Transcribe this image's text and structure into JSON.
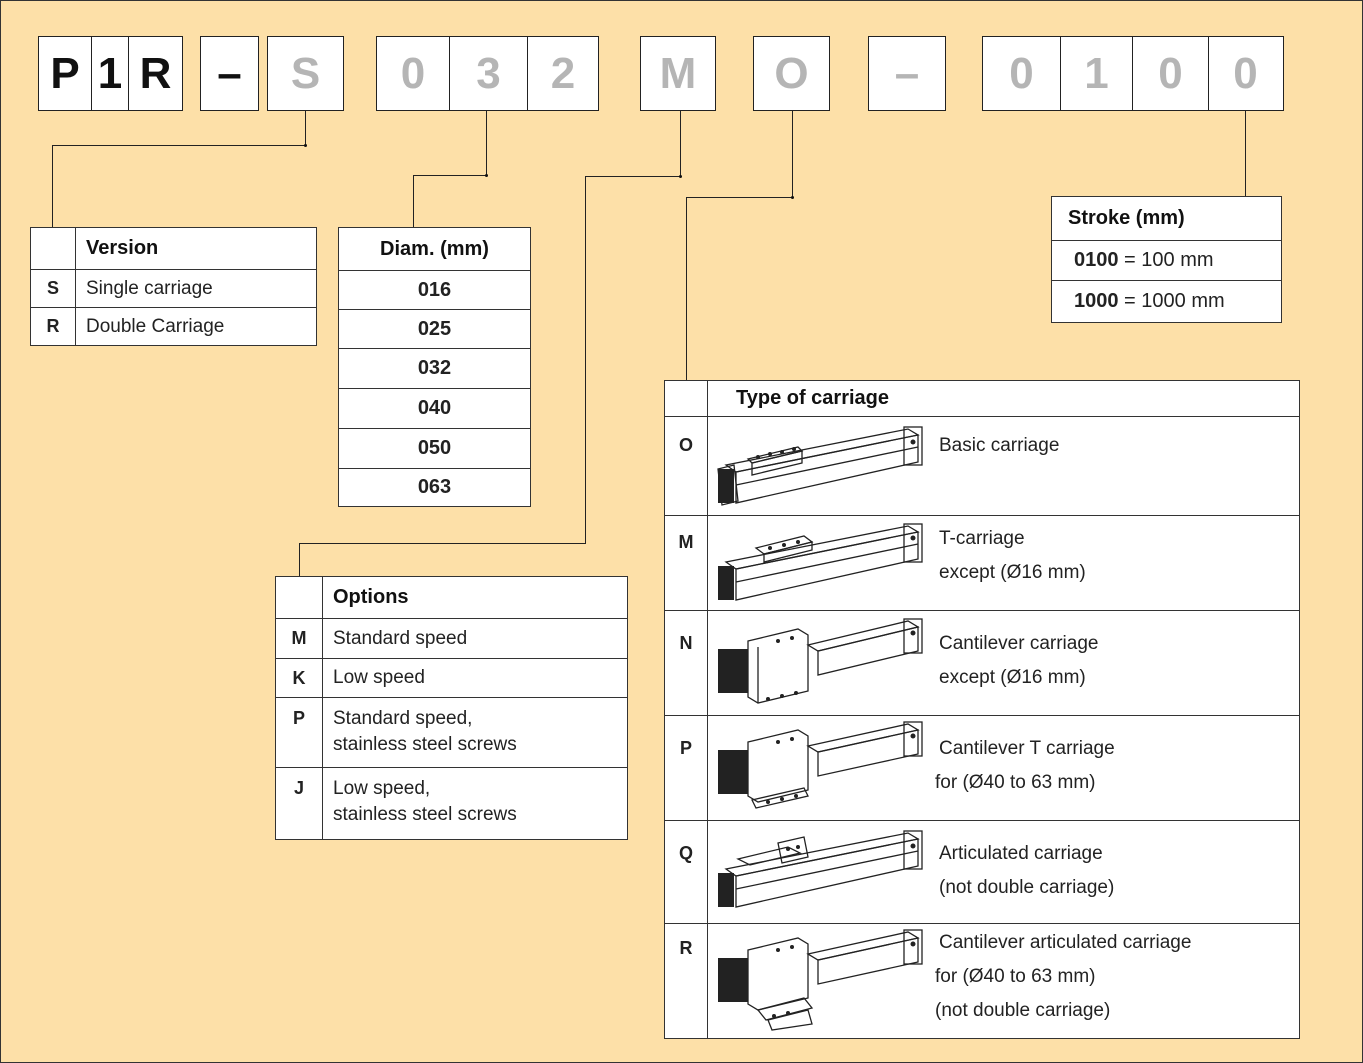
{
  "code": {
    "g1": [
      "P",
      "1",
      "R"
    ],
    "dash1": "–",
    "version": "S",
    "diam": [
      "0",
      "3",
      "2"
    ],
    "option": "M",
    "carriage": "O",
    "dash2": "–",
    "stroke": [
      "0",
      "1",
      "0",
      "0"
    ]
  },
  "version_table": {
    "header": "Version",
    "rows": [
      {
        "code": "S",
        "label": "Single carriage"
      },
      {
        "code": "R",
        "label": "Double Carriage"
      }
    ]
  },
  "diam_table": {
    "header": "Diam. (mm)",
    "rows": [
      "016",
      "025",
      "032",
      "040",
      "050",
      "063"
    ]
  },
  "stroke_table": {
    "header": "Stroke (mm)",
    "rows": [
      {
        "code": "0100",
        "eq": " = 100 mm"
      },
      {
        "code": "1000",
        "eq": " = 1000 mm"
      }
    ]
  },
  "options_table": {
    "header": "Options",
    "rows": [
      {
        "code": "M",
        "l1": "Standard  speed",
        "l2": ""
      },
      {
        "code": "K",
        "l1": "Low  speed",
        "l2": ""
      },
      {
        "code": "P",
        "l1": "Standard  speed,",
        "l2": "stainless  steel  screws"
      },
      {
        "code": "J",
        "l1": "Low  speed,",
        "l2": "stainless  steel  screws"
      }
    ]
  },
  "carriage_table": {
    "header": "Type of carriage",
    "rows": [
      {
        "code": "O",
        "l1": "Basic  carriage",
        "l2": "",
        "l3": ""
      },
      {
        "code": "M",
        "l1": "T-carriage",
        "l2": "except (Ø16 mm)",
        "l3": ""
      },
      {
        "code": "N",
        "l1": "Cantilever  carriage",
        "l2": "except (Ø16 mm)",
        "l3": ""
      },
      {
        "code": "P",
        "l1": "Cantilever  T  carriage",
        "l2": "for (Ø40 to 63 mm)",
        "l3": ""
      },
      {
        "code": "Q",
        "l1": "Articulated  carriage",
        "l2": "(not  double  carriage)",
        "l3": ""
      },
      {
        "code": "R",
        "l1": "Cantilever  articulated  carriage",
        "l2": "for (Ø40 to 63 mm)",
        "l3": "(not  double  carriage)"
      }
    ]
  },
  "colors": {
    "background": "#fde0a8",
    "ink": "#222222",
    "placeholder_grey": "#b5b5b5"
  }
}
